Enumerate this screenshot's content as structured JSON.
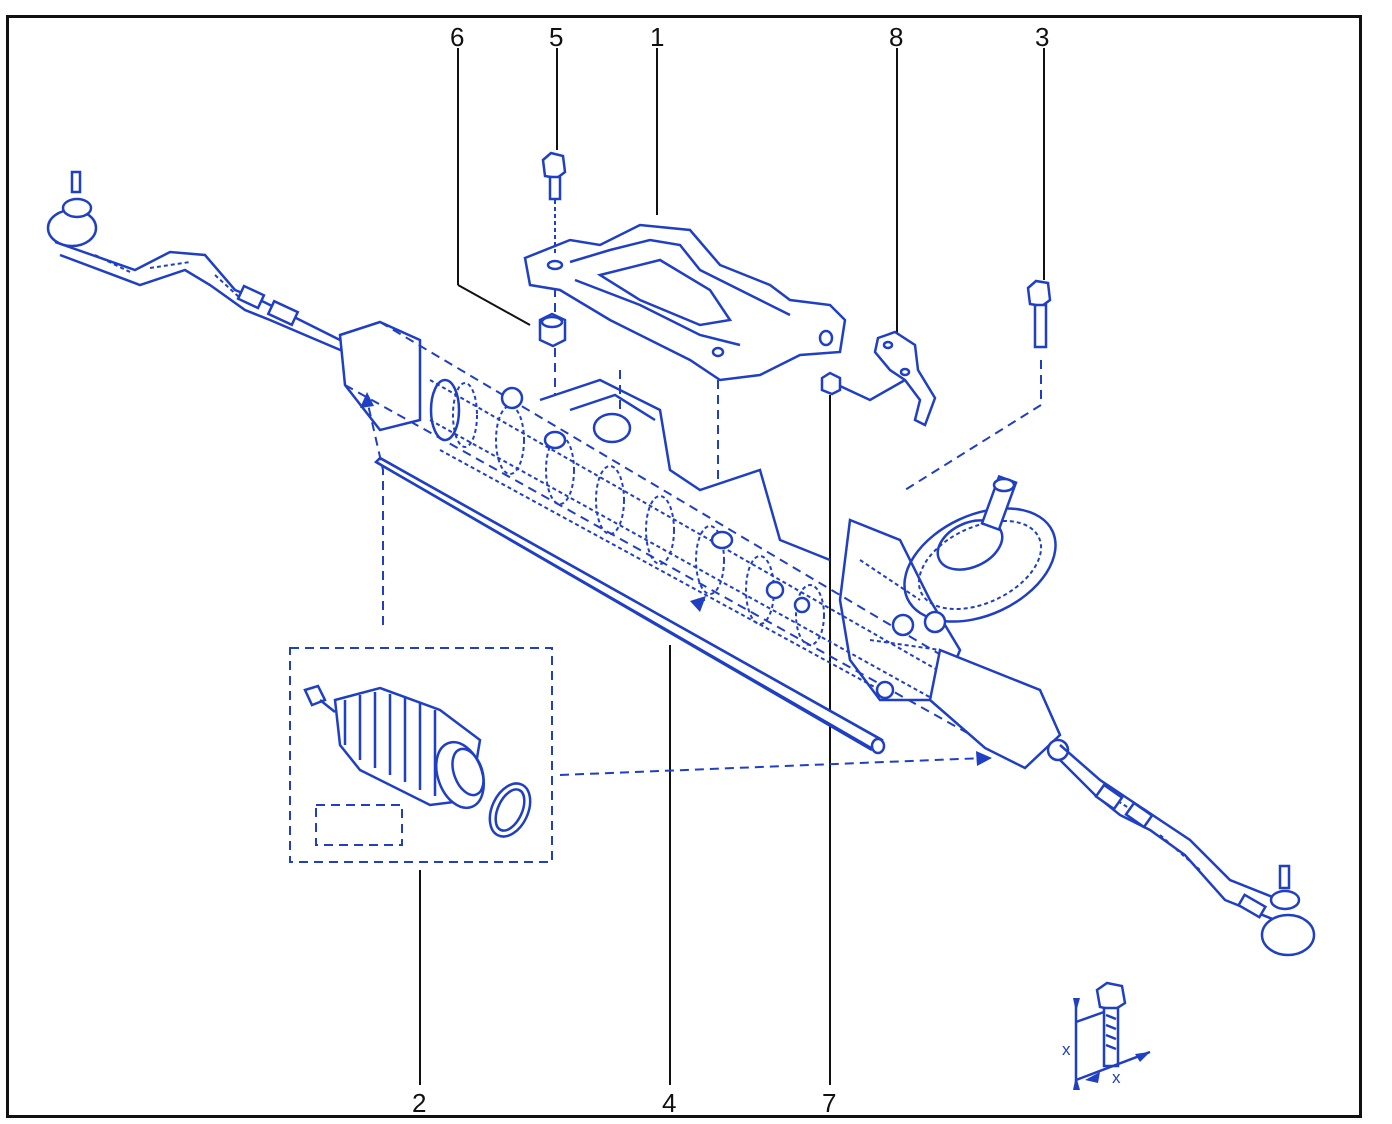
{
  "callouts": {
    "c1": "1",
    "c2": "2",
    "c3": "3",
    "c4": "4",
    "c5": "5",
    "c6": "6",
    "c7": "7",
    "c8": "8"
  },
  "torque_symbol": {
    "label_x_vertical": "x",
    "label_x_diagonal": "x"
  },
  "colors": {
    "line_art": "#1f3fc4",
    "callouts": "#111111",
    "background": "#ffffff"
  }
}
